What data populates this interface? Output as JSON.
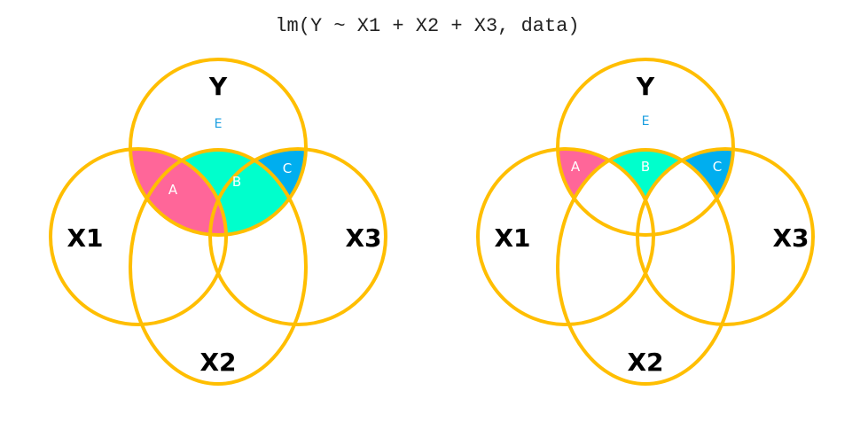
{
  "title": "lm(Y ~ X1 + X2 + X3, data)",
  "colors": {
    "outline": "#FFBE00",
    "A": "#FF6699",
    "B": "#00FFCC",
    "C": "#00AEEF",
    "E": "#1a9ee0"
  },
  "diagrams": [
    {
      "labels": {
        "Y": "Y",
        "X1": "X1",
        "X2": "X2",
        "X3": "X3",
        "E": "E",
        "A": "A",
        "B": "B",
        "C": "C"
      }
    },
    {
      "labels": {
        "Y": "Y",
        "X1": "X1",
        "X2": "X2",
        "X3": "X3",
        "E": "E",
        "A": "A",
        "B": "B",
        "C": "C"
      }
    }
  ]
}
